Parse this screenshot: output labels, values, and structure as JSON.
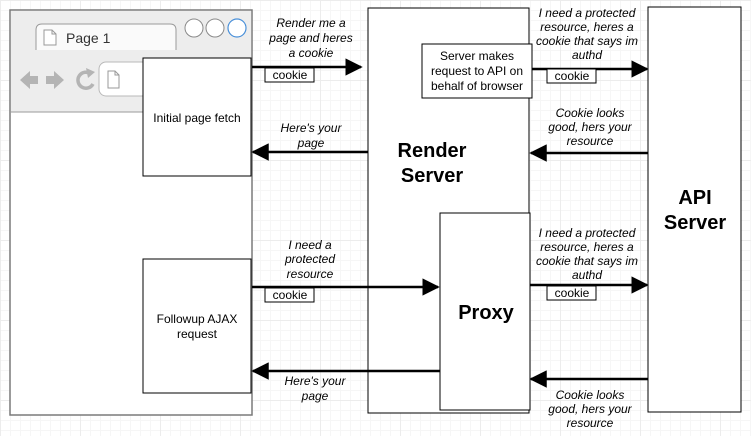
{
  "browser": {
    "tab_title": "Page 1"
  },
  "boxes": {
    "initial_fetch": "Initial page fetch",
    "followup_ajax": [
      "Followup AJAX",
      "request"
    ],
    "render_server": [
      "Render",
      "Server"
    ],
    "api_server": [
      "API",
      "Server"
    ],
    "proxy": "Proxy",
    "server_request": [
      "Server makes",
      "request to API on",
      "behalf of browser"
    ]
  },
  "labels": {
    "render_me": [
      "Render me a",
      "page and heres",
      "a cookie"
    ],
    "heres_page_1": [
      "Here's your",
      "page"
    ],
    "need_protected_1": [
      "I need a protected",
      "resource, heres a",
      "cookie that says im",
      "authd"
    ],
    "cookie_looks_1": [
      "Cookie looks",
      "good, hers your",
      "resource"
    ],
    "need_protected_browser": [
      "I need a",
      "protected",
      "resource"
    ],
    "need_protected_2": [
      "I need a protected",
      "resource, heres a",
      "cookie that says im",
      "authd"
    ],
    "heres_page_2": [
      "Here's your",
      "page"
    ],
    "cookie_looks_2": [
      "Cookie looks",
      "good, hers your",
      "resource"
    ]
  },
  "cookie_label": "cookie"
}
